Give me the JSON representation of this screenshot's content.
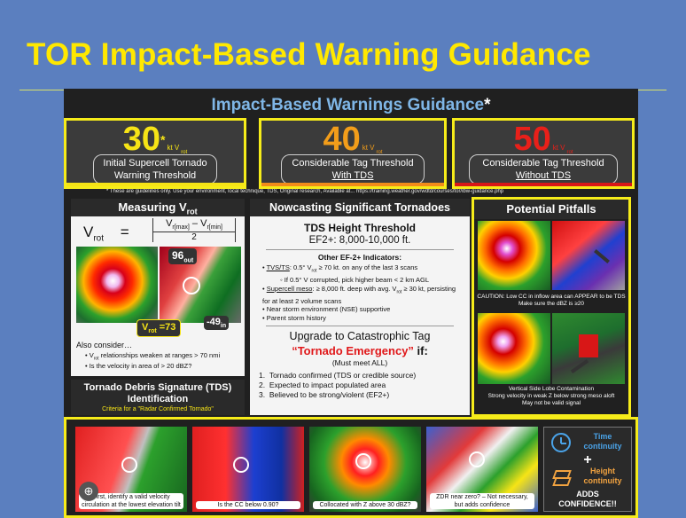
{
  "title": "TOR Impact-Based Warning Guidance",
  "panel": {
    "title": "Impact-Based Warnings Guidance",
    "title_star": "*",
    "fine_print": "* These are guidelines only. Use your environment, local technique, TDS, Original research, Available at...  https://training.weather.gov/wdtd/courses/tor/ibw-guidance.php"
  },
  "thresholds": [
    {
      "number": "30",
      "star": "*",
      "unit": "kt V",
      "unit_sub": "rot",
      "line1": "Initial Supercell Tornado",
      "line2": "Warning Threshold",
      "color": "#f6e416",
      "stripe": "#f6e416"
    },
    {
      "number": "40",
      "unit": "kt V",
      "unit_sub": "rot",
      "line1": "Considerable Tag Threshold",
      "line2": "With TDS",
      "color": "#f29d1a",
      "stripe": "#f28c1a"
    },
    {
      "number": "50",
      "unit": "kt V",
      "unit_sub": "rot",
      "line1": "Considerable Tag Threshold",
      "line2": "Without TDS",
      "color": "#e8201a",
      "stripe": "#d81717"
    }
  ],
  "measuring": {
    "header": "Measuring V",
    "header_sub": "rot",
    "formula_lhs": "V",
    "formula_lhs_sub": "rot",
    "formula_eq": "=",
    "formula_num": "V",
    "formula_num_sub1": "r[max]",
    "formula_minus": " – V",
    "formula_num_sub2": "r[min]",
    "formula_den": "2",
    "label_out": "96",
    "label_out_sub": "out",
    "label_in": "-49",
    "label_in_sub": "in",
    "label_vrot": "V",
    "label_vrot_sub": "rot",
    "label_vrot_val": " =73",
    "also": "Also consider…",
    "bullet1": "V",
    "bullet1_sub": "rot",
    "bullet1_rest": " relationships weaken at ranges > 70 nmi",
    "bullet2": "Is the velocity in area of > 20 dBZ?"
  },
  "tds": {
    "header_line1": "Tornado Debris Signature (TDS)",
    "header_line2": "Identification",
    "criteria": "Criteria for a \"Radar Confirmed Tornado\""
  },
  "nowcast": {
    "header": "Nowcasting Significant Tornadoes",
    "tds_title": "TDS Height Threshold",
    "tds_value": "EF2+: 8,000-10,000 ft.",
    "indicators_title": "Other EF-2+ Indicators:",
    "ind1_label": "TVS/TS",
    "ind1": ": 0.5° V",
    "ind1_sub": "rot",
    "ind1_rest": " ≥  70 kt. on any of the last 3 scans",
    "ind1b": "If 0.5° V corrupted, pick higher beam < 2 km AGL",
    "ind2_label": "Supercell meso",
    "ind2": ": ≥ 8,000 ft. deep with avg. V",
    "ind2_sub": "rot",
    "ind2_rest": " ≥ 30 kt, persisting for at least 2 volume scans",
    "ind3": "Near storm environment (NSE) supportive",
    "ind4": "Parent storm history",
    "upgrade": "Upgrade to Catastrophic Tag",
    "emergency": "“Tornado Emergency”",
    "emergency_if": " if:",
    "must": "(Must meet ALL)",
    "list": [
      "Tornado confirmed (TDS or credible source)",
      "Expected to impact populated area",
      "Believed to be strong/violent (EF2+)"
    ]
  },
  "pitfalls": {
    "header": "Potential Pitfalls",
    "cap1_line1": "CAUTION: Low CC in inflow area can APPEAR to be TDS",
    "cap1_line2": "Make sure the dBZ is ≥20",
    "cap2_line1": "Vertical Side Lobe Contamination",
    "cap2_line2": "Strong velocity in weak Z below strong meso aloft",
    "cap2_line3": "May not be valid signal"
  },
  "bottom": {
    "cap1": "First, identify a valid velocity circulation at the lowest elevation tilt",
    "cap2": "Is the CC below 0.90?",
    "cap3": "Collocated with Z above 30 dBZ?",
    "cap4_line1": "ZDR near zero? – Not necessary,",
    "cap4_line2": "but adds confidence",
    "time": "Time",
    "time2": "continuity",
    "plus": "+",
    "height": "Height",
    "height2": "continuity",
    "adds1": "ADDS",
    "adds2": "CONFIDENCE!!"
  },
  "icons": [
    "zoom-icon",
    "clock-icon",
    "layers-icon"
  ]
}
